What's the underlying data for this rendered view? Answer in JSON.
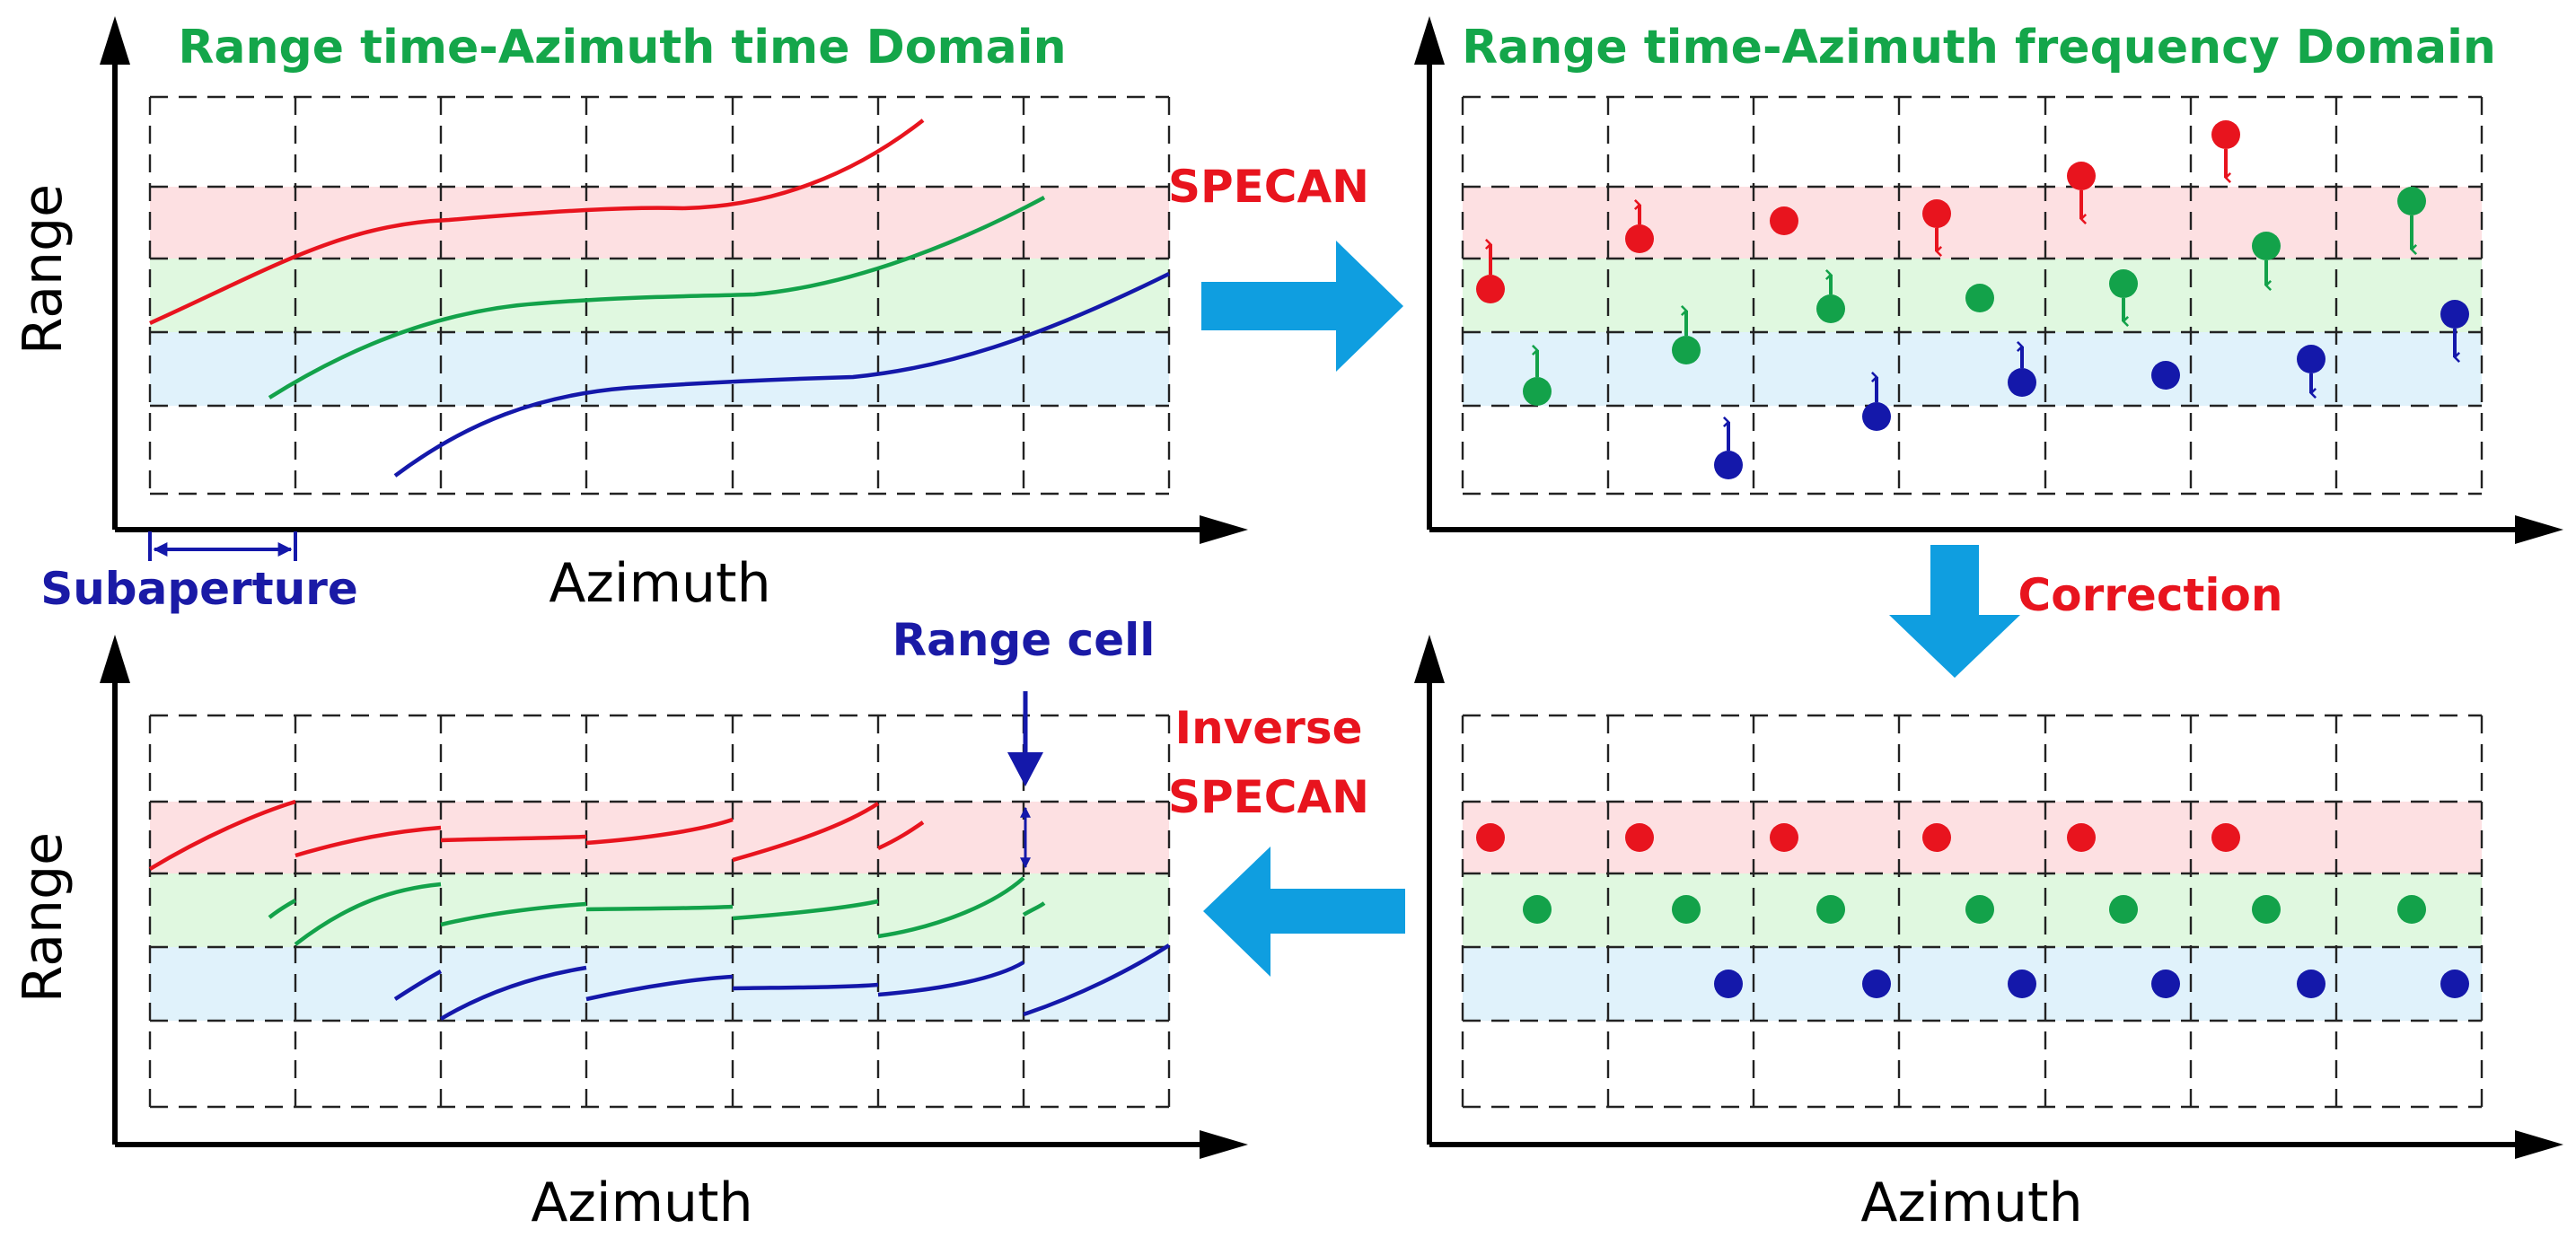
{
  "panels": {
    "top_left": {
      "title": "Range time-Azimuth time Domain",
      "ylabel": "Range",
      "xlabel": "Azimuth"
    },
    "top_right": {
      "title": "Range time-Azimuth frequency Domain",
      "ylabel": "",
      "xlabel": ""
    },
    "bottom_left": {
      "title": "",
      "ylabel": "Range",
      "xlabel": "Azimuth"
    },
    "bottom_right": {
      "title": "",
      "ylabel": "",
      "xlabel": "Azimuth"
    }
  },
  "labels": {
    "specan": "SPECAN",
    "correction": "Correction",
    "inverse_1": "Inverse",
    "inverse_2": "SPECAN",
    "subaperture": "Subaperture",
    "range_cell": "Range cell"
  },
  "colors": {
    "red": "#e8141e",
    "green": "#13a24a",
    "blue": "#1418aa",
    "band_red": "#fde0e2",
    "band_green": "#e0f8e0",
    "band_blue": "#e0f2fb",
    "arrow": "#0f9ee0",
    "title_green": "#14a64a",
    "label_blue": "#1a1aa6"
  }
}
